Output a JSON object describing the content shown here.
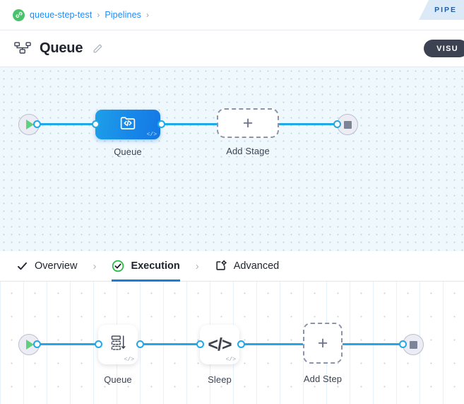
{
  "breadcrumb": {
    "project_icon": "link-circle-icon",
    "items": [
      {
        "label": "queue-step-test"
      },
      {
        "label": "Pipelines"
      }
    ],
    "separator": "›"
  },
  "ribbon": {
    "label": "PIPE"
  },
  "header": {
    "icon": "pipeline-hierarchy-icon",
    "title": "Queue",
    "edit_icon": "pencil-icon",
    "visual_button": "VISU"
  },
  "colors": {
    "accent_blue": "#22a8e8",
    "link_blue": "#1a8cff",
    "node_blue": "#1787e8",
    "tab_active": "#1c7ed6",
    "success_green": "#4ac26b",
    "label_text": "#3c4251",
    "canvas_top_bg": "#eff8fd",
    "canvas_bottom_bg": "#ffffff",
    "dark_pill": "#3c4251"
  },
  "stage_canvas": {
    "start_node": {
      "name": "start",
      "icon": "play-icon"
    },
    "end_node": {
      "name": "end",
      "icon": "stop-icon"
    },
    "stages": [
      {
        "label": "Queue",
        "icon": "code-document-icon",
        "badge": "</>"
      }
    ],
    "add_stage": {
      "label": "Add Stage",
      "glyph": "+"
    }
  },
  "tabs": [
    {
      "label": "Overview",
      "icon": "check-icon",
      "active": false
    },
    {
      "label": "Execution",
      "icon": "check-circle-icon",
      "active": true
    },
    {
      "label": "Advanced",
      "icon": "advanced-settings-icon",
      "active": false
    }
  ],
  "tab_chevron": "›",
  "step_canvas": {
    "start_node": {
      "name": "start",
      "icon": "play-icon"
    },
    "end_node": {
      "name": "end",
      "icon": "stop-icon"
    },
    "steps": [
      {
        "label": "Queue",
        "icon": "queue-stack-icon",
        "badge": "</>"
      },
      {
        "label": "Sleep",
        "icon": "code-icon",
        "badge": "</>"
      }
    ],
    "add_step": {
      "label": "Add Step",
      "glyph": "+"
    }
  }
}
